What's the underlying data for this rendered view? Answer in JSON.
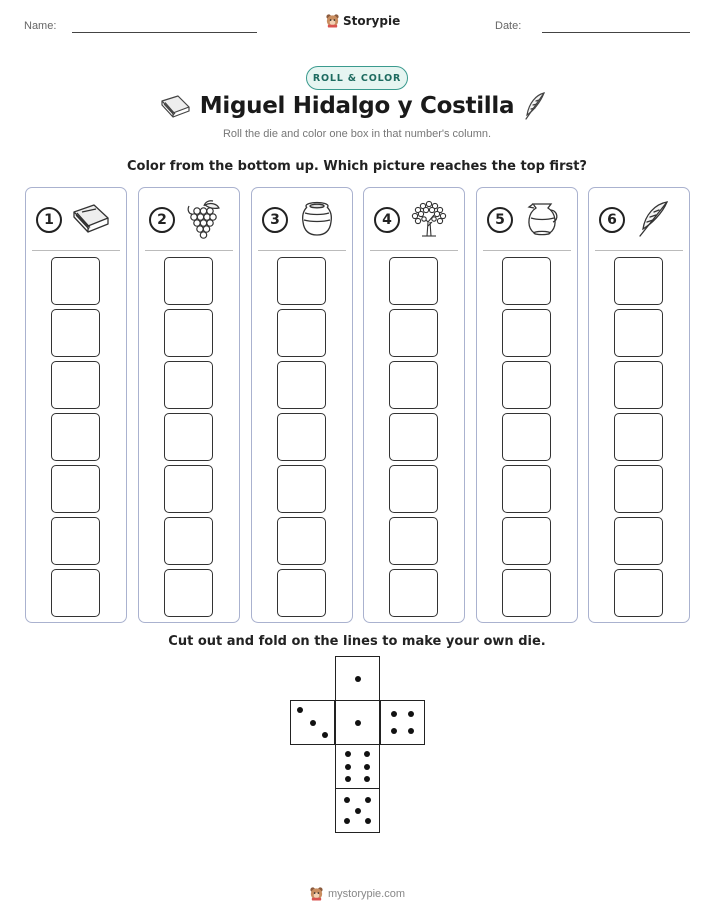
{
  "header": {
    "name_label": "Name:",
    "date_label": "Date:",
    "brand": "Storypie"
  },
  "badge": "ROLL & COLOR",
  "title": "Miguel Hidalgo y Costilla",
  "subtitle": "Roll the die and color one box in that number's column.",
  "instruction": "Color from the bottom up. Which picture reaches the top first?",
  "columns": [
    {
      "number": "1",
      "icon": "book-icon"
    },
    {
      "number": "2",
      "icon": "grapes-icon"
    },
    {
      "number": "3",
      "icon": "clay-pot-icon"
    },
    {
      "number": "4",
      "icon": "tree-icon"
    },
    {
      "number": "5",
      "icon": "pitcher-icon"
    },
    {
      "number": "6",
      "icon": "quill-icon"
    }
  ],
  "boxes_per_column": 7,
  "die_title": "Cut out and fold on the lines to make your own die.",
  "die_faces": [
    1,
    3,
    1,
    4,
    6,
    5
  ],
  "footer": "mystorypie.com",
  "colors": {
    "badge_border": "#3a9a8e",
    "badge_fill": "#e6f5f1",
    "column_border": "#aab2cf"
  }
}
